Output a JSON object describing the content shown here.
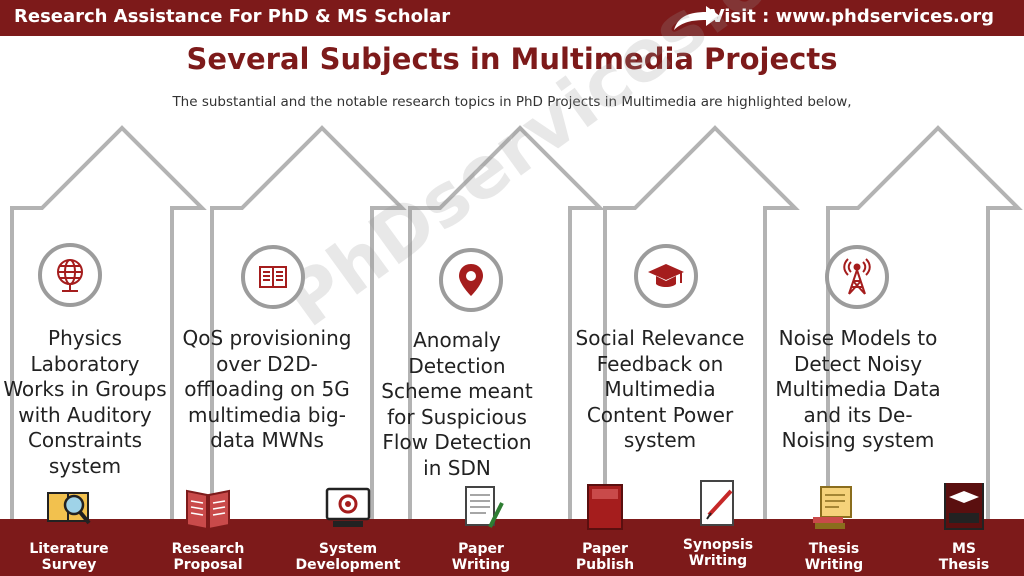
{
  "header": {
    "brand": "Research Assistance For PhD & MS Scholar",
    "visit": "Visit : www.phdservices.org"
  },
  "title": "Several Subjects in Multimedia Projects",
  "subtitle": "The substantial and the notable research topics in PhD Projects in Multimedia are highlighted below,",
  "watermark": "PhDservices.org",
  "topics": [
    {
      "icon": "globe-icon",
      "text": "Physics Laboratory Works in Groups with Auditory Constraints system"
    },
    {
      "icon": "book-icon",
      "text": "QoS provisioning over D2D-offloading on 5G multimedia big-data MWNs"
    },
    {
      "icon": "location-pin-icon",
      "text": "Anomaly Detection Scheme meant for Suspicious Flow Detection in SDN"
    },
    {
      "icon": "graduation-cap-icon",
      "text": "Social Relevance Feedback on Multimedia Content Power system"
    },
    {
      "icon": "antenna-tower-icon",
      "text": "Noise Models to Detect Noisy Multimedia Data and its De-Noising system"
    }
  ],
  "services": [
    {
      "icon": "literature-survey-icon",
      "line1": "Literature",
      "line2": "Survey"
    },
    {
      "icon": "research-proposal-icon",
      "line1": "Research",
      "line2": "Proposal"
    },
    {
      "icon": "system-development-icon",
      "line1": "System",
      "line2": "Development"
    },
    {
      "icon": "paper-writing-icon",
      "line1": "Paper",
      "line2": "Writing"
    },
    {
      "icon": "paper-publish-icon",
      "line1": "Paper",
      "line2": "Publish"
    },
    {
      "icon": "synopsis-writing-icon",
      "line1": "Synopsis",
      "line2": "Writing"
    },
    {
      "icon": "thesis-writing-icon",
      "line1": "Thesis",
      "line2": "Writing"
    },
    {
      "icon": "ms-thesis-icon",
      "line1": "MS",
      "line2": "Thesis"
    }
  ],
  "colors": {
    "brand": "#7d1a1a",
    "arrow_outline": "#9c9c9c",
    "icon_red": "#a51d1d"
  }
}
